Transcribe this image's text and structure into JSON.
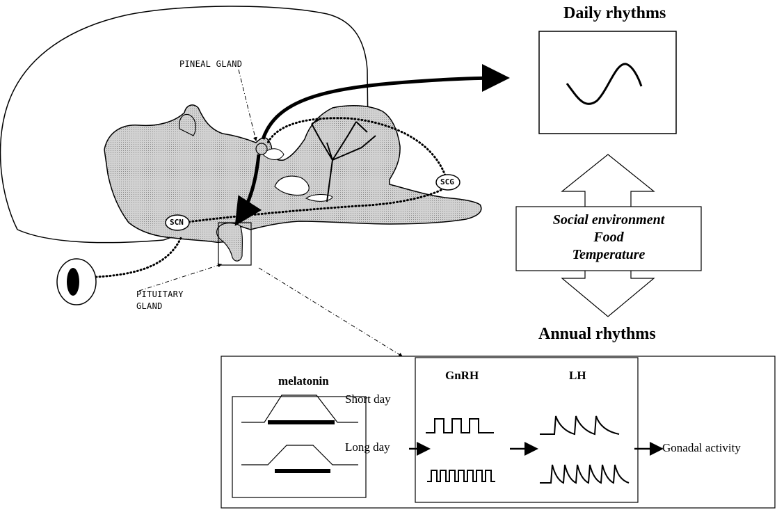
{
  "labels": {
    "pineal_gland": "PINEAL GLAND",
    "pituitary_gland_line1": "PITUITARY",
    "pituitary_gland_line2": "GLAND",
    "scn": "SCN",
    "scg": "SCG",
    "daily_rhythms": "Daily rhythms",
    "annual_rhythms": "Annual rhythms",
    "env_1": "Social environment",
    "env_2": "Food",
    "env_3": "Temperature",
    "melatonin": "melatonin",
    "short_day": "Short day",
    "long_day": "Long day",
    "gnrh": "GnRH",
    "lh": "LH",
    "gonadal_activity": "Gonadal activity"
  }
}
